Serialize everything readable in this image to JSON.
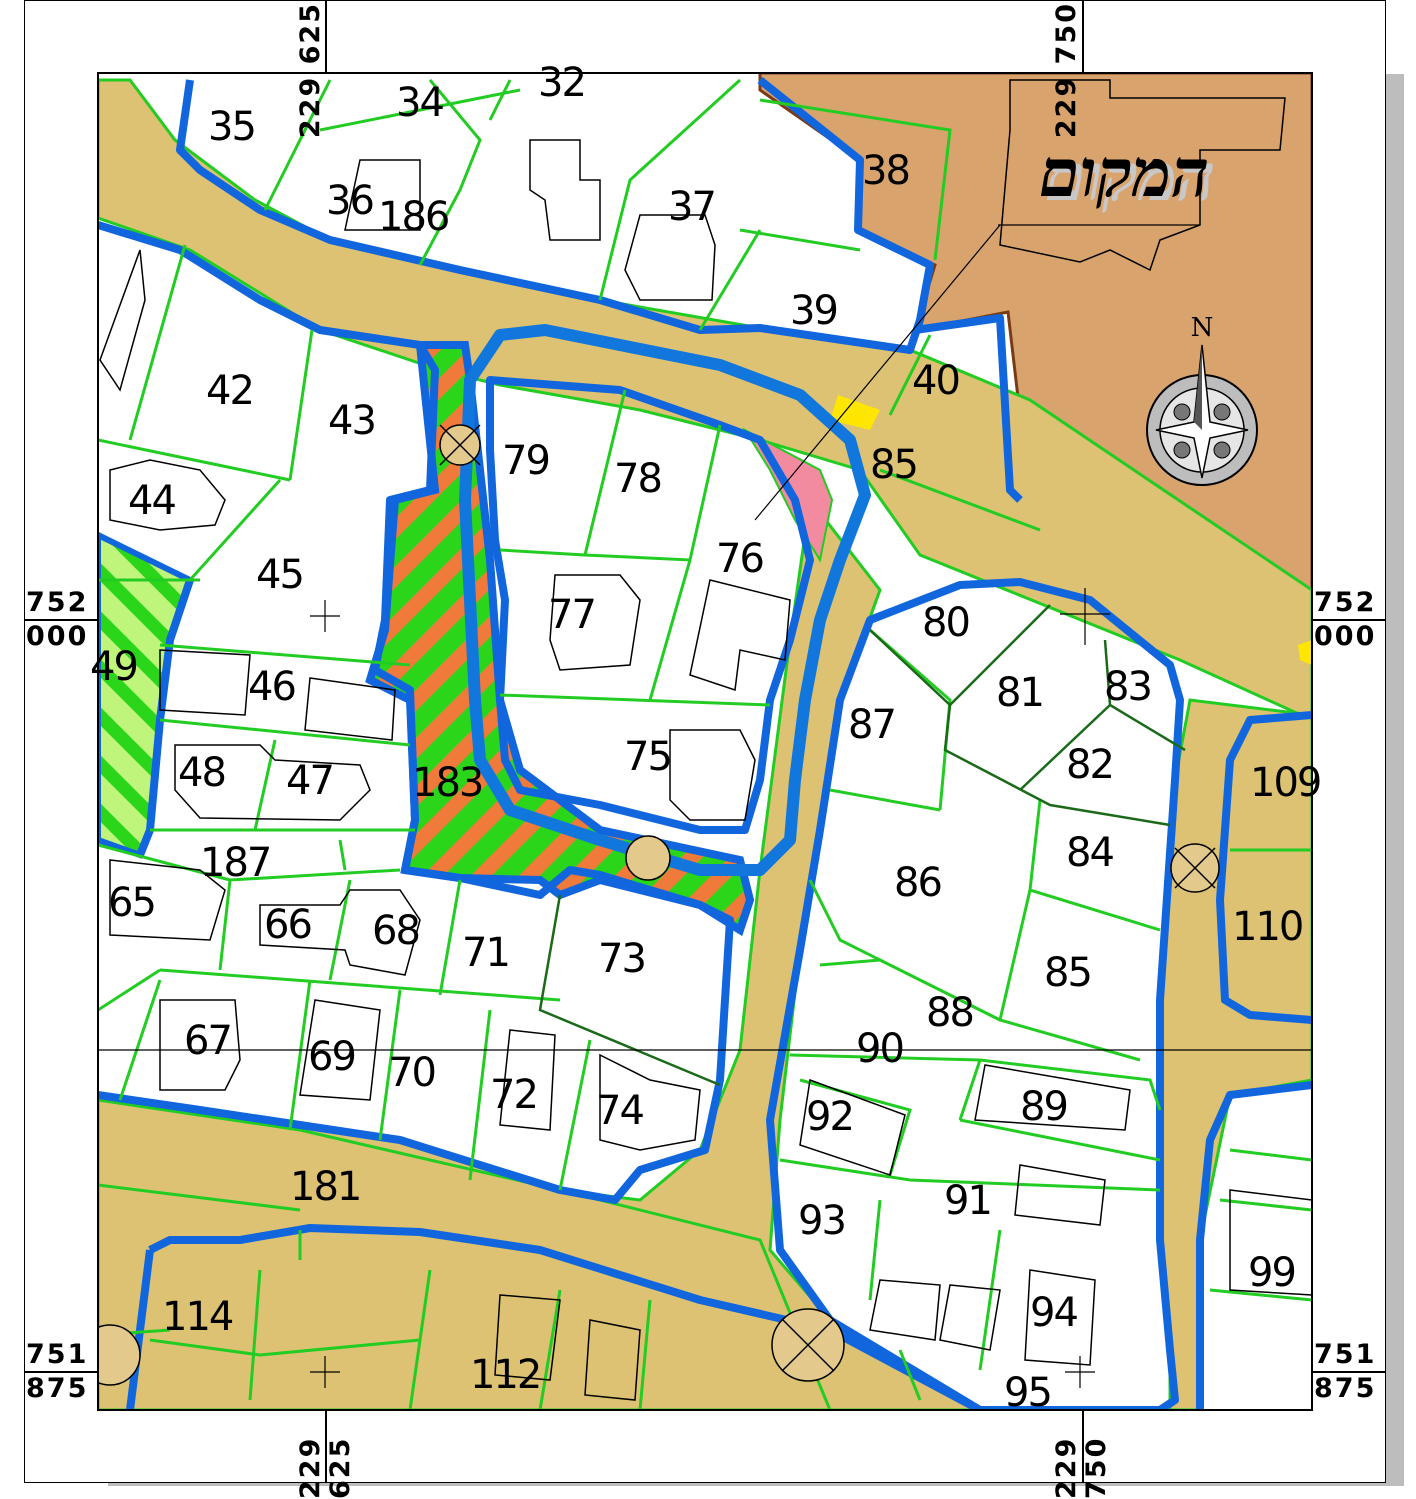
{
  "title_label": "המקום",
  "north_label": "N",
  "colors": {
    "road": "#dcc272",
    "parcel_line": "#22cc22",
    "boundary": "#1166dd",
    "site": "#d9a36e",
    "park_hatch": "#2bd61a",
    "hatch_orange": "#f07a3a",
    "pink": "#f28aa0"
  },
  "coordinates": {
    "top_left": "229 625",
    "top_right": "229 750",
    "bottom_left": "229 625",
    "bottom_right": "229 750",
    "left_upper": [
      "752",
      "000"
    ],
    "right_upper": [
      "752",
      "000"
    ],
    "left_lower": [
      "751",
      "875"
    ],
    "right_lower": [
      "751",
      "875"
    ]
  },
  "parcels": {
    "p35": "35",
    "p34": "34",
    "p32": "32",
    "p38": "38",
    "p36": "36",
    "p186": "186",
    "p37": "37",
    "p39": "39",
    "p40": "40",
    "p42": "42",
    "p43": "43",
    "p79": "79",
    "p78": "78",
    "p85a": "85",
    "p44": "44",
    "p76": "76",
    "p45": "45",
    "p77": "77",
    "p80": "80",
    "p49": "49",
    "p46": "46",
    "p81": "81",
    "p83": "83",
    "p87": "87",
    "p48": "48",
    "p47": "47",
    "p183": "183",
    "p75": "75",
    "p82": "82",
    "p109": "109",
    "p187": "187",
    "p84": "84",
    "p65": "65",
    "p86": "86",
    "p66": "66",
    "p68": "68",
    "p71": "71",
    "p73": "73",
    "p110": "110",
    "p85b": "85",
    "p88": "88",
    "p67": "67",
    "p69": "69",
    "p90": "90",
    "p70": "70",
    "p72": "72",
    "p74": "74",
    "p89": "89",
    "p92": "92",
    "p181": "181",
    "p91": "91",
    "p93": "93",
    "p99": "99",
    "p114": "114",
    "p94": "94",
    "p112": "112",
    "p95": "95"
  }
}
